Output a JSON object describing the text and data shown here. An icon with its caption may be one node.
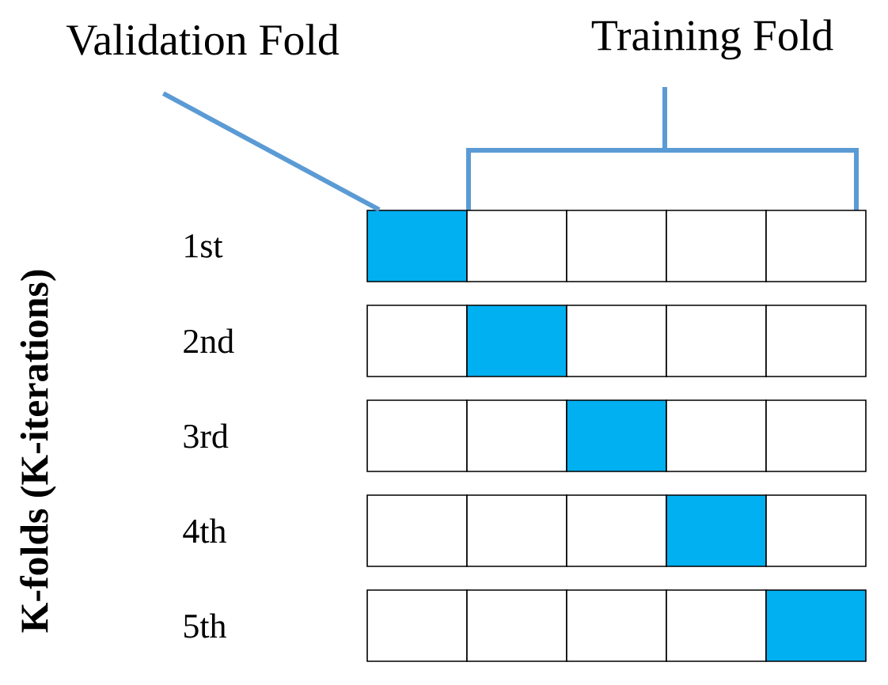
{
  "diagram": {
    "nodes": [
      {
        "text": [
          "Validation Fold"
        ]
      },
      {
        "text": [],
        "shape": "box"
      },
      {
        "text": [],
        "shape": "box"
      },
      {
        "text": [],
        "shape": "box"
      },
      {
        "text": [],
        "shape": "box"
      },
      {
        "text": [],
        "shape": "box"
      },
      {
        "text": [],
        "shape": "box"
      },
      {
        "text": [],
        "shape": "box"
      },
      {
        "text": [],
        "shape": "box"
      },
      {
        "text": [],
        "shape": "box"
      },
      {
        "text": [],
        "shape": "box"
      },
      {
        "text": [],
        "shape": "box"
      },
      {
        "text": [],
        "shape": "box"
      },
      {
        "text": [],
        "shape": "box"
      },
      {
        "text": [],
        "shape": "box"
      },
      {
        "text": [],
        "shape": "box"
      },
      {
        "text": [],
        "shape": "box"
      },
      {
        "text": [],
        "shape": "box"
      },
      {
        "text": [],
        "shape": "box"
      },
      {
        "text": [],
        "shape": "box"
      },
      {
        "text": [],
        "shape": "box"
      },
      {
        "text": [],
        "shape": "box"
      },
      {
        "text": [],
        "shape": "box"
      },
      {
        "text": [],
        "shape": "box"
      },
      {
        "text": [],
        "shape": "box"
      },
      {
        "text": [],
        "shape": "box"
      }
    ],
    "edges": [
      {
        "from": 0,
        "to": 1,
        "arrow": "none"
      }
    ],
    "labels": [
      "Training Fold",
      "K-folds (K-iterations)",
      "1st",
      "2nd",
      "3rd",
      "4th",
      "5th"
    ]
  }
}
